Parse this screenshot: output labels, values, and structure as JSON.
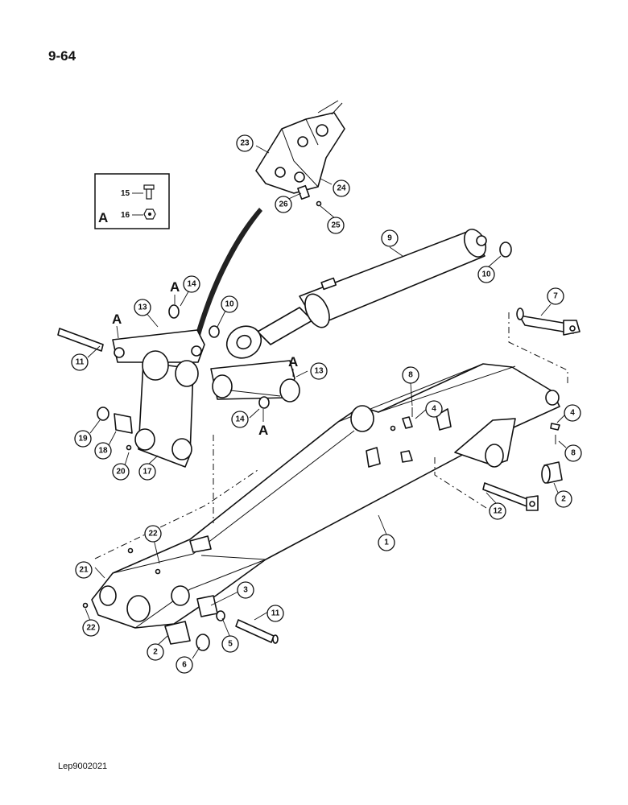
{
  "page_number": "9-64",
  "doc_code": "Lep9002021",
  "section_marker": "A",
  "inset": {
    "label": "A",
    "items": [
      "15",
      "16"
    ]
  },
  "callouts": [
    "1",
    "2",
    "2",
    "2",
    "3",
    "4",
    "4",
    "5",
    "6",
    "7",
    "8",
    "8",
    "9",
    "10",
    "10",
    "11",
    "11",
    "12",
    "13",
    "13",
    "14",
    "14",
    "17",
    "18",
    "19",
    "20",
    "21",
    "22",
    "22",
    "23",
    "24",
    "25",
    "26"
  ]
}
